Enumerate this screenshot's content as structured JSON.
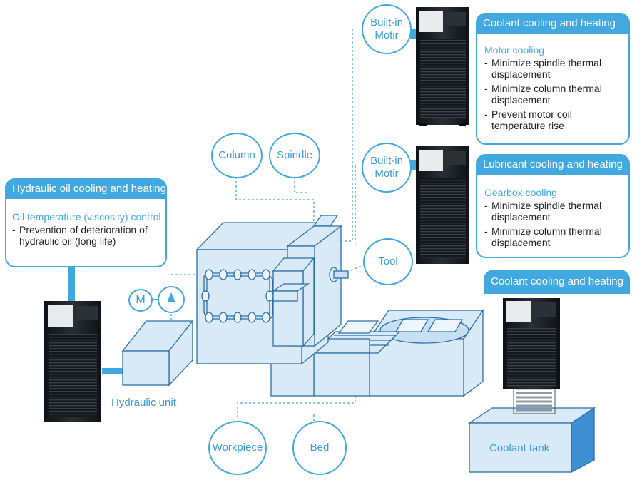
{
  "hydraulic_panel": {
    "title": "Hydraulic oil cooling and heating",
    "subtitle": "Oil temperature (viscosity) control",
    "items": [
      "Prevention of deterioration of hydraulic oil (long life)"
    ]
  },
  "coolant_panel_top": {
    "title": "Coolant cooling and heating",
    "subtitle": "Motor cooling",
    "items": [
      "Minimize spindle thermal displacement",
      "Minimize column thermal displacement",
      "Prevent motor coil temperature rise"
    ]
  },
  "lubricant_panel": {
    "title": "Lubricant cooling and heating",
    "subtitle": "Gearbox cooling",
    "items": [
      "Minimize spindle thermal displacement",
      "Minimize column thermal displacement"
    ]
  },
  "coolant_panel_bottom": {
    "title": "Coolant cooling and heating"
  },
  "labels": {
    "column": "Column",
    "spindle": "Spindle",
    "builtin_motor_top": "Built-in Motir",
    "builtin_motor_mid": "Built-in Motir",
    "tool": "Tool",
    "workpiece": "Workpiece",
    "bed": "Bed",
    "motor": "M",
    "hydraulic_unit": "Hydraulic unit",
    "coolant_tank": "Coolant tank"
  },
  "colors": {
    "accent": "#41a8e0",
    "machine_fill": "#d8eaf7",
    "machine_stroke": "#2c6fa8",
    "unit_dark": "#16191e"
  }
}
